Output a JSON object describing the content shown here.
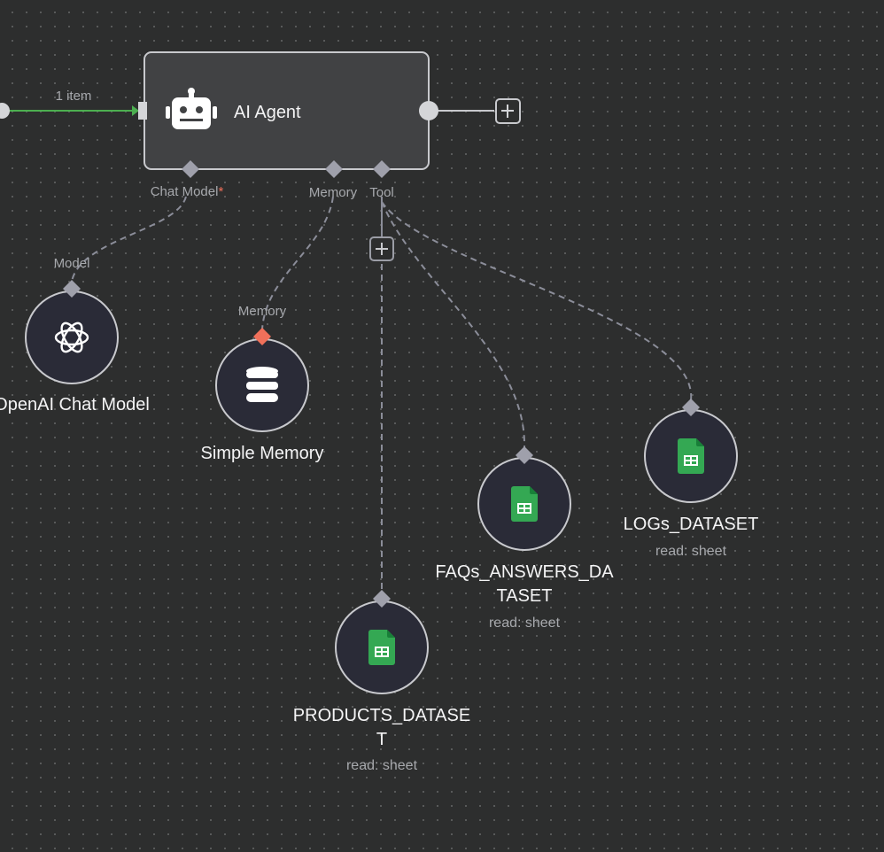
{
  "canvas": {
    "connection_label": "1 item",
    "agent_node": {
      "name": "AI Agent",
      "icon": "robot-icon",
      "ports": {
        "chat_model": "Chat Model",
        "chat_model_required": "*",
        "memory": "Memory",
        "tool": "Tool"
      }
    },
    "chat_model_node": {
      "port_label": "Model",
      "name": "OpenAI Chat Model",
      "icon": "openai-icon"
    },
    "memory_node": {
      "port_label": "Memory",
      "name": "Simple Memory",
      "icon": "database-icon"
    },
    "tool_nodes": [
      {
        "name_line1": "PRODUCTS_DATASE",
        "name_line2": "T",
        "subtitle": "read: sheet",
        "icon": "google-sheets-icon"
      },
      {
        "name_line1": "FAQs_ANSWERS_DA",
        "name_line2": "TASET",
        "subtitle": "read: sheet",
        "icon": "google-sheets-icon"
      },
      {
        "name_line1": "LOGs_DATASET",
        "subtitle": "read: sheet",
        "icon": "google-sheets-icon"
      }
    ]
  },
  "colors": {
    "background": "#2d2e2e",
    "node_fill": "#414244",
    "sub_node_fill": "#2a2b37",
    "border": "#c8c9cd",
    "connection_active": "#4caf50",
    "required_port": "#f0705a",
    "sheets_green": "#34a853"
  }
}
